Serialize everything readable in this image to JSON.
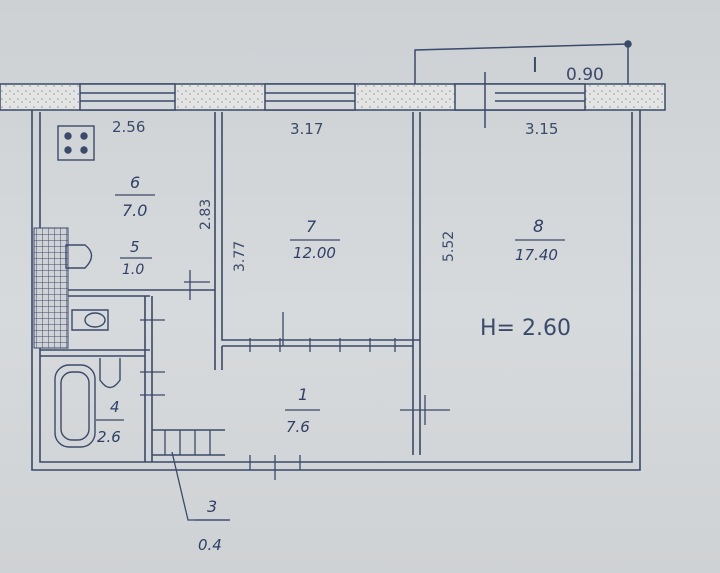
{
  "dimensions": {
    "top_left": "2.56",
    "top_mid": "3.17",
    "top_right": "3.15",
    "balcony_width": "0.90",
    "wall_left": "2.83",
    "wall_mid": "3.77",
    "wall_right": "5.52"
  },
  "balcony_mark": "I",
  "ceiling_height": "H= 2.60",
  "rooms": [
    {
      "number": "1",
      "area": "7.6"
    },
    {
      "number": "3",
      "area": "0.4"
    },
    {
      "number": "4",
      "area": "2.6"
    },
    {
      "number": "5",
      "area": "1.0"
    },
    {
      "number": "6",
      "area": "7.0"
    },
    {
      "number": "7",
      "area": "12.00"
    },
    {
      "number": "8",
      "area": "17.40"
    }
  ],
  "colors": {
    "ink": "#3a4a6a",
    "paper": "#d4d7d9",
    "wall_fill": "#e6e7e6"
  }
}
